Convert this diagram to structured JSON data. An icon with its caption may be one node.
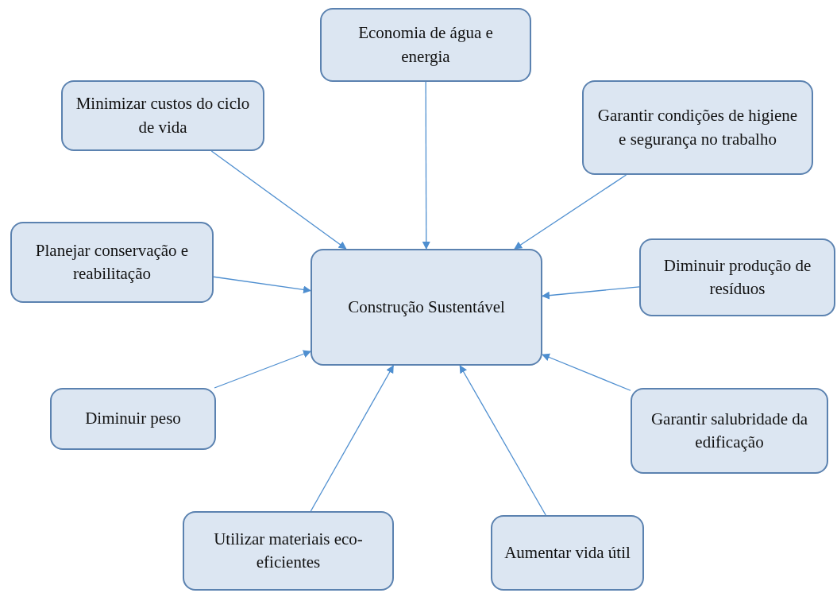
{
  "diagram": {
    "nodes": [
      {
        "text": [
          "Construção Sustentável"
        ]
      },
      {
        "text": [
          "Economia de água e energia"
        ]
      },
      {
        "text": [
          "Minimizar custos do ciclo de vida"
        ]
      },
      {
        "text": [
          "Garantir condições de higiene e segurança no trabalho"
        ]
      },
      {
        "text": [
          "Planejar conservação e reabilitação"
        ]
      },
      {
        "text": [
          "Diminuir produção de resíduos"
        ]
      },
      {
        "text": [
          "Diminuir peso"
        ]
      },
      {
        "text": [
          "Garantir salubridade da edificação"
        ]
      },
      {
        "text": [
          "Utilizar materiais eco-eficientes"
        ]
      },
      {
        "text": [
          "Aumentar vida útil"
        ]
      }
    ],
    "edges": [
      {
        "from": 1,
        "to": 0,
        "arrow": "to"
      },
      {
        "from": 2,
        "to": 0,
        "arrow": "to"
      },
      {
        "from": 3,
        "to": 0,
        "arrow": "to"
      },
      {
        "from": 4,
        "to": 0,
        "arrow": "to"
      },
      {
        "from": 5,
        "to": 0,
        "arrow": "to"
      },
      {
        "from": 6,
        "to": 0,
        "arrow": "to"
      },
      {
        "from": 7,
        "to": 0,
        "arrow": "to"
      },
      {
        "from": 8,
        "to": 0,
        "arrow": "to"
      },
      {
        "from": 9,
        "to": 0,
        "arrow": "to"
      }
    ]
  }
}
